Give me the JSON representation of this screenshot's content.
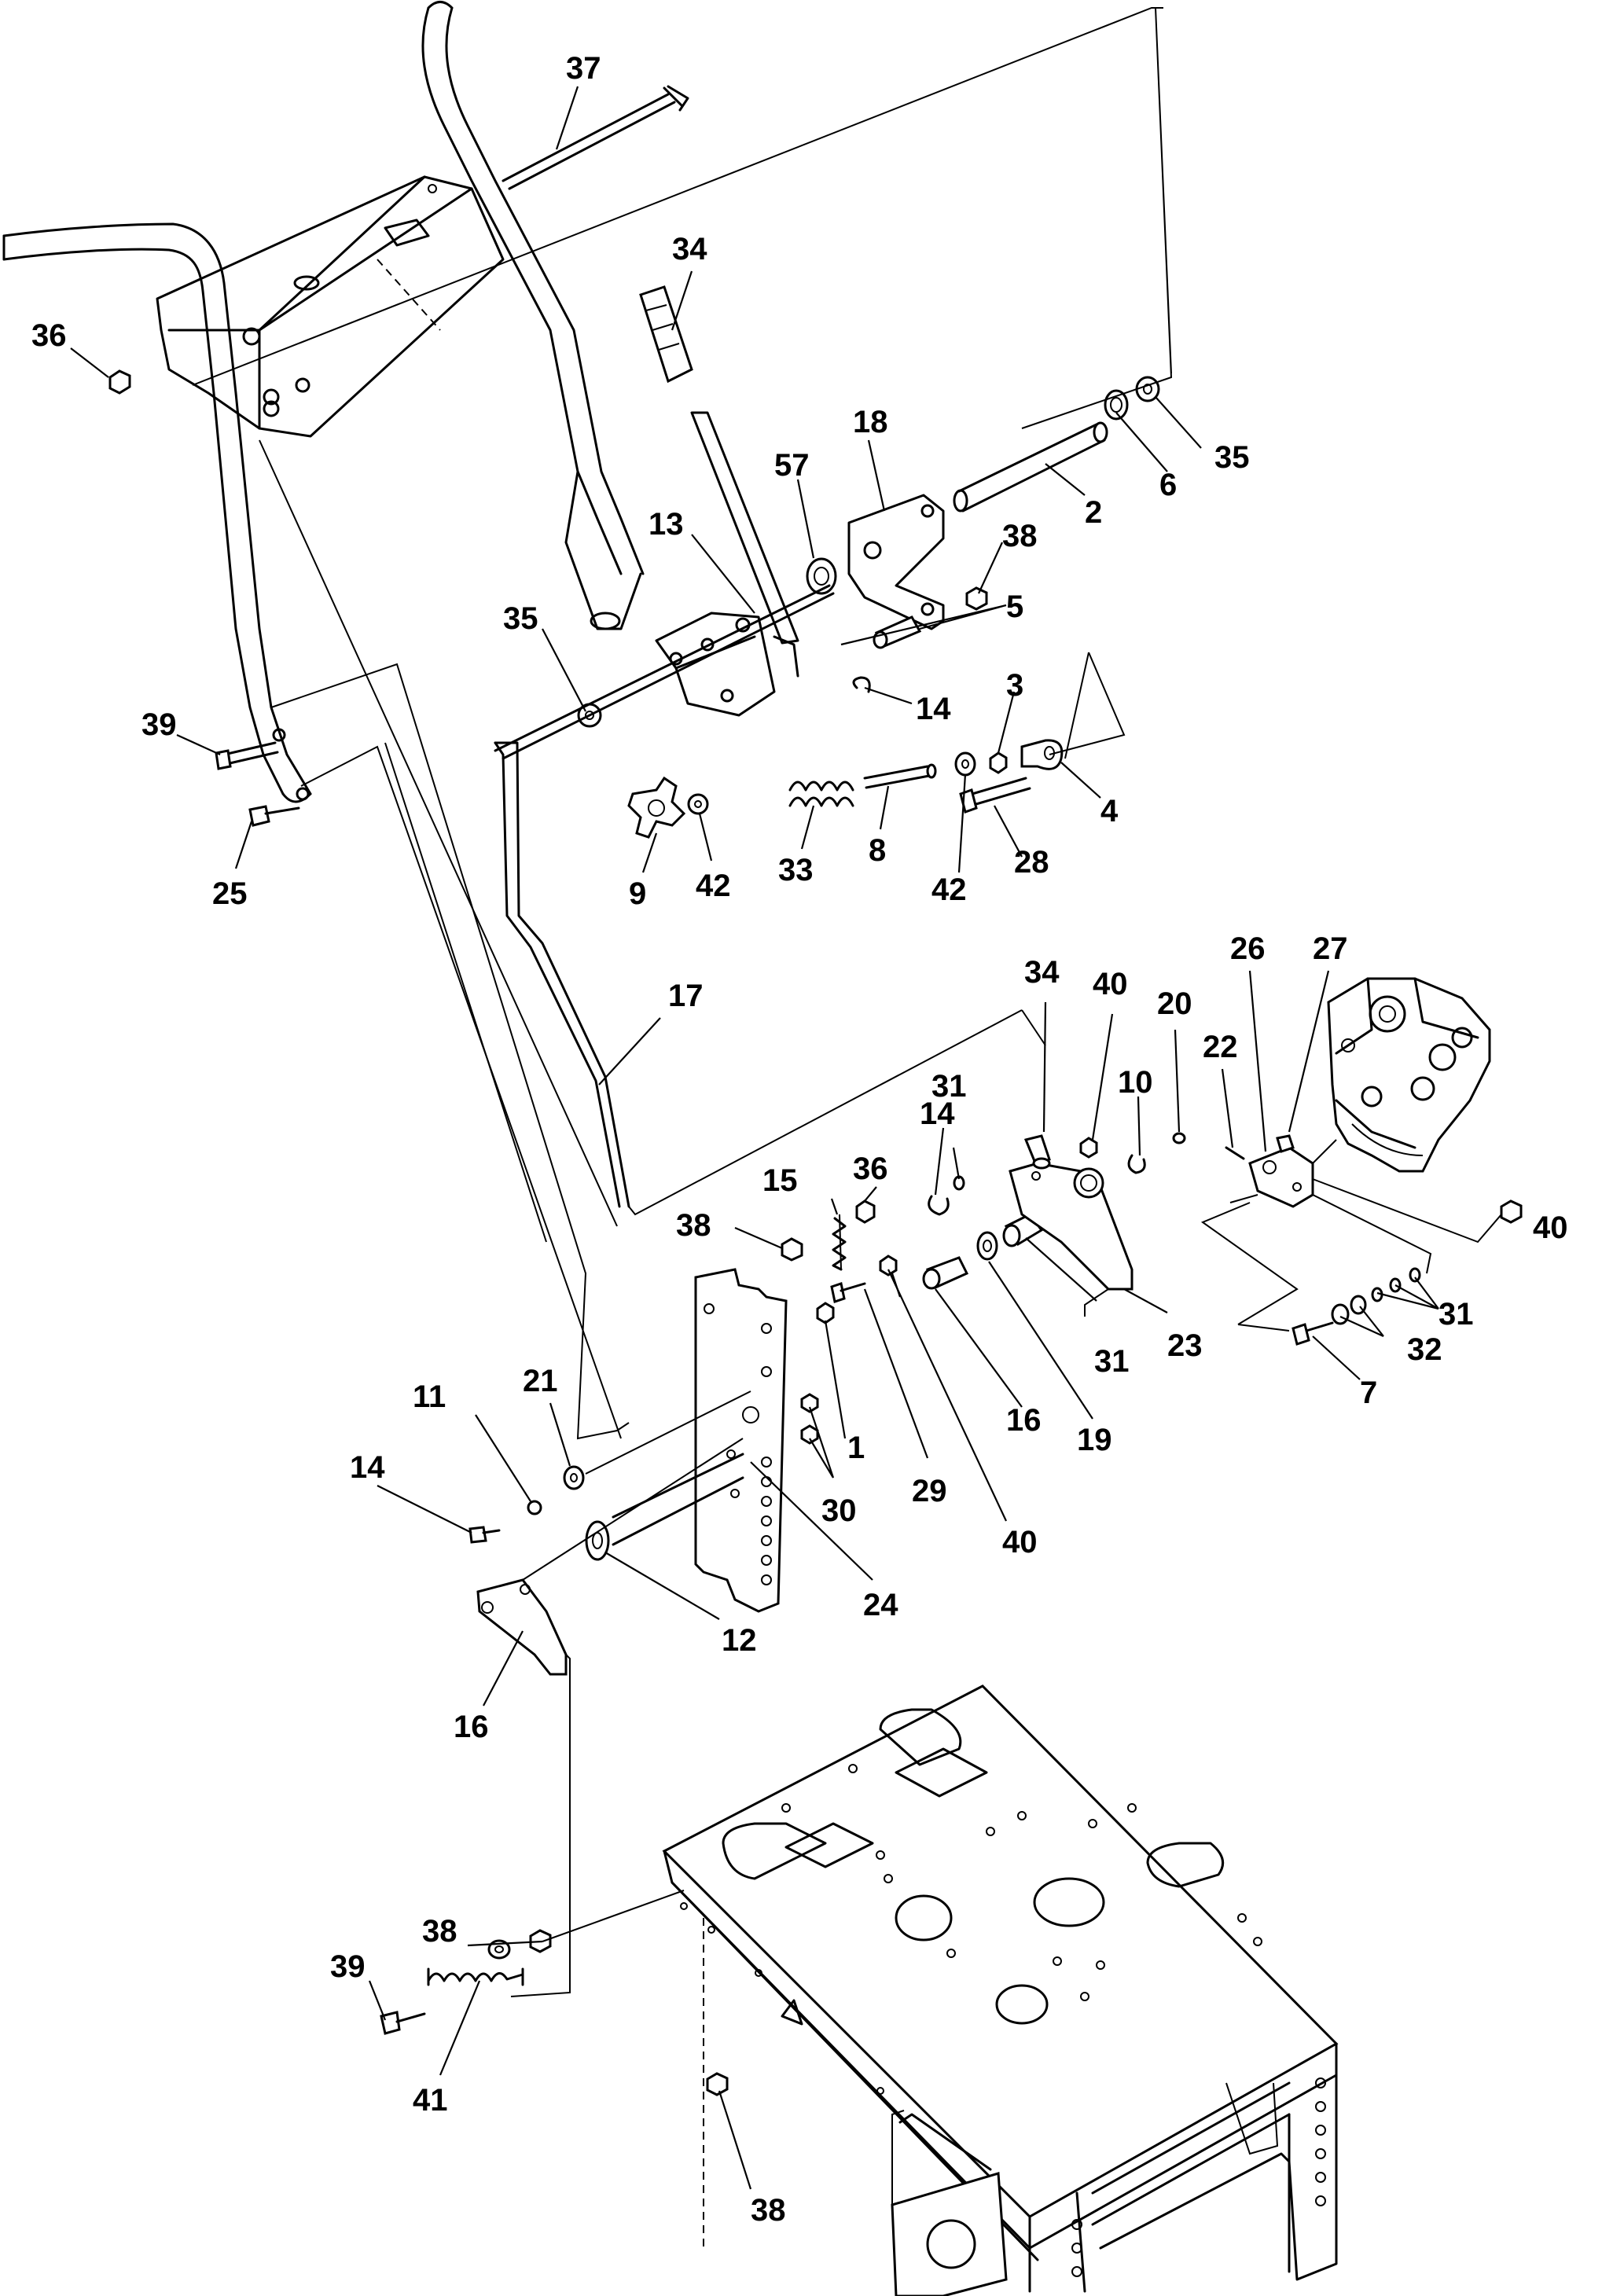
{
  "labels": {
    "l37": "37",
    "l34a": "34",
    "l36a": "36",
    "l18": "18",
    "l57": "57",
    "l35a": "35",
    "l38a": "38",
    "l6": "6",
    "l2": "2",
    "l13": "13",
    "l5": "5",
    "l35b": "35",
    "l3": "3",
    "l14a": "14",
    "l39a": "39",
    "l4": "4",
    "l25": "25",
    "l33": "33",
    "l8": "8",
    "l42a": "42",
    "l42b": "42",
    "l28": "28",
    "l9": "9",
    "l17": "17",
    "l34b": "34",
    "l40a": "40",
    "l20": "20",
    "l26": "26",
    "l27": "27",
    "l22": "22",
    "l10": "10",
    "l14b": "14",
    "l31a": "31",
    "l15": "15",
    "l36b": "36",
    "l38b": "38",
    "l40b": "40",
    "l31b": "31",
    "l31c": "31",
    "l23": "23",
    "l32": "32",
    "l16a": "16",
    "l19": "19",
    "l7": "7",
    "l21": "21",
    "l11": "11",
    "l1": "1",
    "l14c": "14",
    "l30": "30",
    "l29": "29",
    "l40c": "40",
    "l24": "24",
    "l12": "12",
    "l16b": "16",
    "l38c": "38",
    "l39b": "39",
    "l41": "41",
    "l38d": "38"
  },
  "icons": {
    "handle": "handle-bar-icon",
    "console": "control-console-icon",
    "pump": "hydrostatic-pump-icon",
    "frame": "chassis-frame-icon",
    "spring": "spring-icon"
  }
}
